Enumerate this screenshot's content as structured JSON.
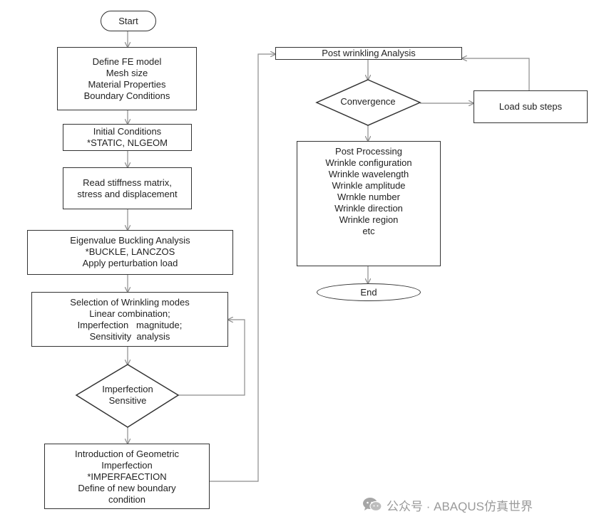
{
  "nodes": {
    "start": {
      "lines": [
        "Start"
      ]
    },
    "define_fe": {
      "lines": [
        "Define FE model",
        "Mesh size",
        "Material Properties",
        "Boundary Conditions"
      ]
    },
    "initial_conditions": {
      "lines": [
        "Initial Conditions",
        "*STATIC, NLGEOM"
      ]
    },
    "read_stiffness": {
      "lines": [
        "Read stiffness matrix,",
        "stress and displacement"
      ]
    },
    "eigenvalue": {
      "lines": [
        "Eigenvalue Buckling Analysis",
        "*BUCKLE, LANCZOS",
        "Apply perturbation load"
      ]
    },
    "selection": {
      "lines": [
        "Selection of Wrinkling modes",
        "Linear combination;",
        "Imperfection   magnitude;",
        "Sensitivity  analysis"
      ]
    },
    "imperfection_sensitive": {
      "lines": [
        "Imperfection",
        "Sensitive"
      ]
    },
    "introduction": {
      "lines": [
        "Introduction of Geometric",
        "Imperfection",
        "*IMPERFAECTION",
        "Define of new boundary",
        "condition"
      ]
    },
    "post_wrinkling": {
      "lines": [
        "Post wrinkling Analysis"
      ]
    },
    "convergence": {
      "lines": [
        "Convergence"
      ]
    },
    "load_sub_steps": {
      "lines": [
        "Load sub steps"
      ]
    },
    "post_processing": {
      "lines": [
        "Post Processing",
        "Wrinkle configuration",
        "Wrinkle wavelength",
        "Wrinkle amplitude",
        "Wrnkle number",
        "Wrinkle direction",
        "Wrinkle region",
        "etc"
      ]
    },
    "end": {
      "lines": [
        "End"
      ]
    }
  },
  "edges": [
    {
      "from": "start",
      "to": "define_fe"
    },
    {
      "from": "define_fe",
      "to": "initial_conditions"
    },
    {
      "from": "initial_conditions",
      "to": "read_stiffness"
    },
    {
      "from": "read_stiffness",
      "to": "eigenvalue"
    },
    {
      "from": "eigenvalue",
      "to": "selection"
    },
    {
      "from": "selection",
      "to": "imperfection_sensitive"
    },
    {
      "from": "imperfection_sensitive",
      "to": "selection"
    },
    {
      "from": "imperfection_sensitive",
      "to": "introduction"
    },
    {
      "from": "introduction",
      "to": "post_wrinkling"
    },
    {
      "from": "post_wrinkling",
      "to": "convergence"
    },
    {
      "from": "convergence",
      "to": "load_sub_steps"
    },
    {
      "from": "load_sub_steps",
      "to": "post_wrinkling"
    },
    {
      "from": "convergence",
      "to": "post_processing"
    },
    {
      "from": "post_processing",
      "to": "end"
    }
  ],
  "colors": {
    "line": "#8c8c8c",
    "border": "#333333",
    "watermark": "#9a9a9a"
  },
  "watermark": {
    "icon": "wechat-icon",
    "text": "公众号 · ABAQUS仿真世界"
  }
}
